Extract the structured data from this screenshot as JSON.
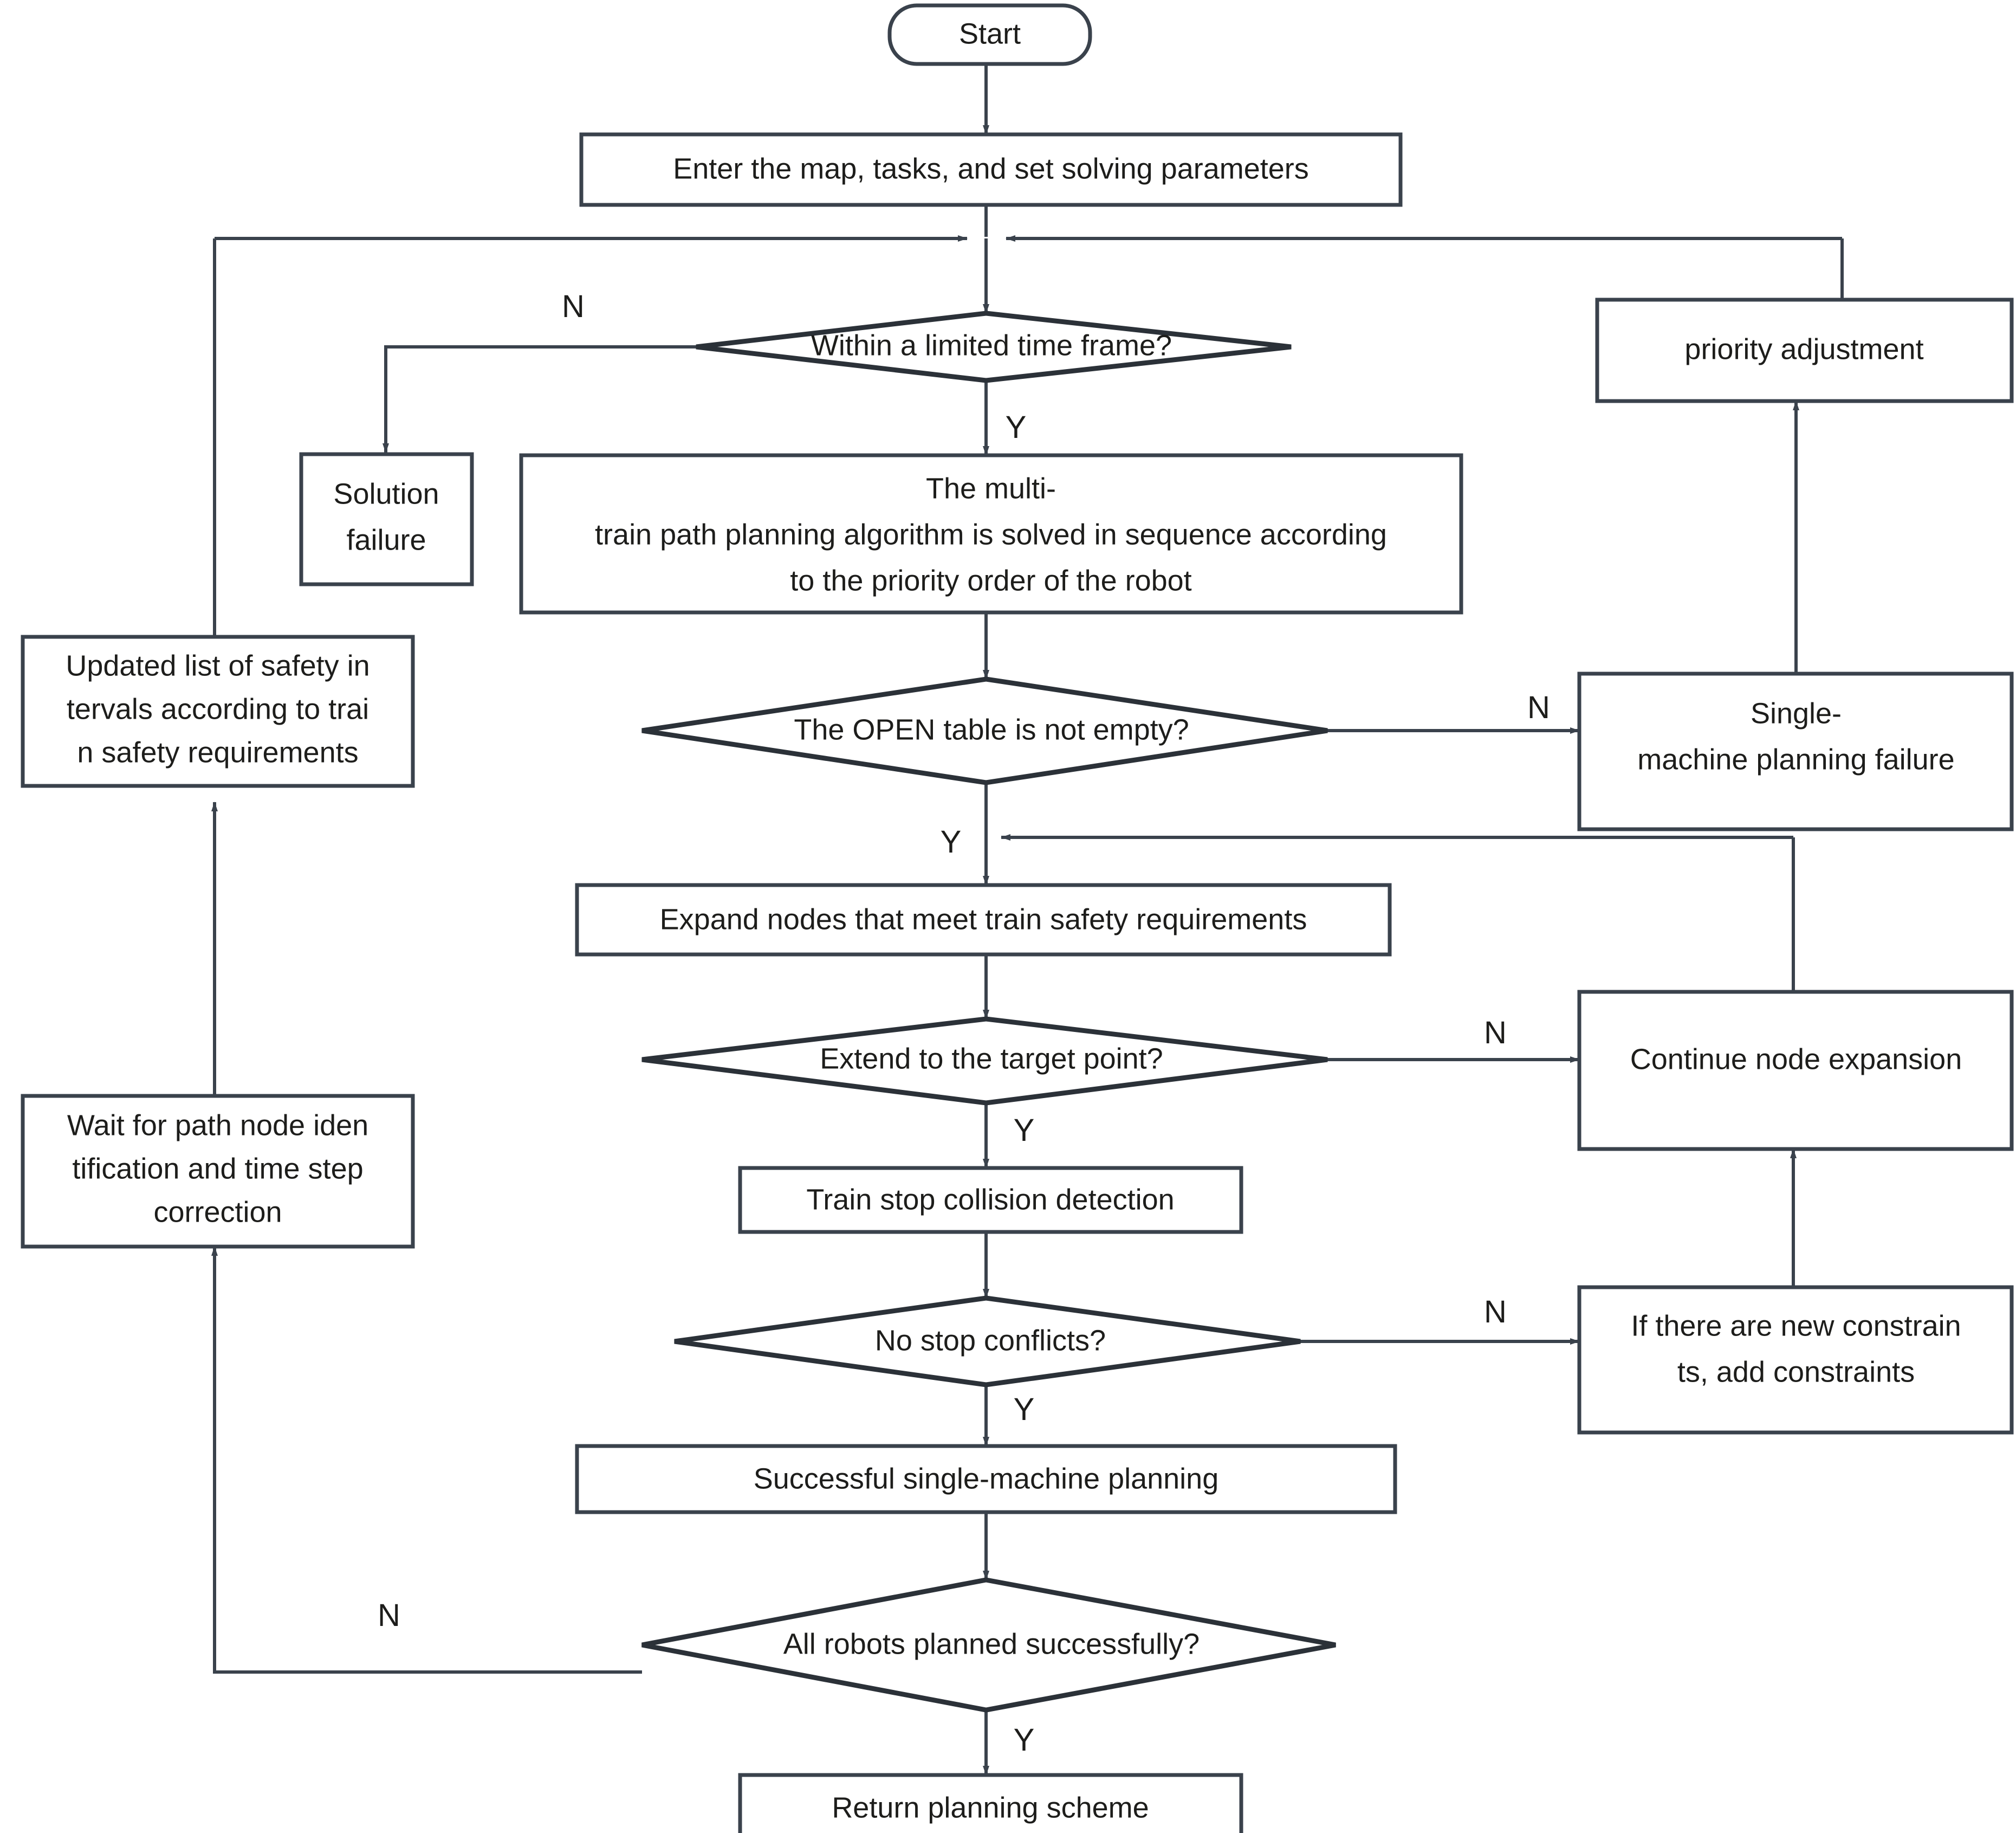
{
  "diagram": {
    "type": "flowchart",
    "title": "Multi-robot/train path planning algorithm flowchart",
    "colors": {
      "stroke": "#3a424c",
      "text": "#1d1d1b",
      "background": "#ffffff",
      "connector": "#4a4a4a"
    },
    "nodes": [
      {
        "id": "start",
        "shape": "terminator",
        "label": "Start"
      },
      {
        "id": "enter_map",
        "shape": "process",
        "label": "Enter the map, tasks, and set solving parameters"
      },
      {
        "id": "time_frame",
        "shape": "decision",
        "label": "Within a limited time frame?"
      },
      {
        "id": "solution_failure",
        "shape": "process",
        "label": "Solution\nfailure",
        "lines": [
          "Solution",
          "failure"
        ]
      },
      {
        "id": "multi_train",
        "shape": "process",
        "label": "The multi-\ntrain path planning algorithm is solved in sequence according\nto the priority order of the robot",
        "lines": [
          "The multi-",
          "train path planning algorithm is solved in sequence according",
          "to the priority order of the robot"
        ]
      },
      {
        "id": "priority_adjust",
        "shape": "process",
        "label": "priority adjustment"
      },
      {
        "id": "open_table",
        "shape": "decision",
        "label": "The OPEN table is not empty?"
      },
      {
        "id": "single_fail",
        "shape": "process",
        "label": "Single-\nmachine planning failure",
        "lines": [
          "Single-",
          "machine planning failure"
        ]
      },
      {
        "id": "expand_nodes",
        "shape": "process",
        "label": "Expand nodes that meet train safety requirements"
      },
      {
        "id": "extend_target",
        "shape": "decision",
        "label": "Extend to the target point?"
      },
      {
        "id": "continue_expand",
        "shape": "process",
        "label": "Continue node expansion"
      },
      {
        "id": "collision_detect",
        "shape": "process",
        "label": "Train stop collision detection"
      },
      {
        "id": "no_stop_conf",
        "shape": "decision",
        "label": "No stop conflicts?"
      },
      {
        "id": "new_constraints",
        "shape": "process",
        "label": "If there are new constrain\nts, add constraints",
        "lines": [
          "If there are new constrain",
          "ts, add constraints"
        ]
      },
      {
        "id": "single_success",
        "shape": "process",
        "label": "Successful single-machine planning"
      },
      {
        "id": "all_robots",
        "shape": "decision",
        "label": "All robots planned successfully?"
      },
      {
        "id": "return_scheme",
        "shape": "process",
        "label": "Return planning scheme"
      },
      {
        "id": "updated_list",
        "shape": "process",
        "label": "Updated list of safety in\ntervals according to trai\nn safety requirements",
        "lines": [
          "Updated list of safety in",
          "tervals according to trai",
          "n safety requirements"
        ]
      },
      {
        "id": "wait_path_node",
        "shape": "process",
        "label": "Wait for path node iden\ntification and time step\ncorrection",
        "lines": [
          "Wait for path node iden",
          "tification and time step",
          "correction"
        ]
      }
    ],
    "edge_labels": {
      "time_frame_no": "N",
      "time_frame_yes": "Y",
      "open_table_no": "N",
      "open_table_yes": "Y",
      "extend_target_no": "N",
      "extend_target_yes": "Y",
      "no_stop_conf_no": "N",
      "no_stop_conf_yes": "Y",
      "all_robots_no": "N",
      "all_robots_yes": "Y"
    },
    "edges": [
      {
        "from": "start",
        "to": "enter_map",
        "label": ""
      },
      {
        "from": "enter_map",
        "to": "time_frame",
        "label": ""
      },
      {
        "from": "time_frame",
        "to": "solution_failure",
        "label": "N"
      },
      {
        "from": "time_frame",
        "to": "multi_train",
        "label": "Y"
      },
      {
        "from": "multi_train",
        "to": "open_table",
        "label": ""
      },
      {
        "from": "open_table",
        "to": "single_fail",
        "label": "N"
      },
      {
        "from": "open_table",
        "to": "expand_nodes",
        "label": "Y"
      },
      {
        "from": "single_fail",
        "to": "priority_adjust",
        "label": ""
      },
      {
        "from": "priority_adjust",
        "to": "time_frame",
        "label": ""
      },
      {
        "from": "expand_nodes",
        "to": "extend_target",
        "label": ""
      },
      {
        "from": "extend_target",
        "to": "continue_expand",
        "label": "N"
      },
      {
        "from": "extend_target",
        "to": "collision_detect",
        "label": "Y"
      },
      {
        "from": "continue_expand",
        "to": "expand_nodes",
        "label": ""
      },
      {
        "from": "collision_detect",
        "to": "no_stop_conf",
        "label": ""
      },
      {
        "from": "no_stop_conf",
        "to": "new_constraints",
        "label": "N"
      },
      {
        "from": "no_stop_conf",
        "to": "single_success",
        "label": "Y"
      },
      {
        "from": "new_constraints",
        "to": "continue_expand",
        "label": ""
      },
      {
        "from": "single_success",
        "to": "all_robots",
        "label": ""
      },
      {
        "from": "all_robots",
        "to": "wait_path_node",
        "label": "N"
      },
      {
        "from": "all_robots",
        "to": "return_scheme",
        "label": "Y"
      },
      {
        "from": "wait_path_node",
        "to": "updated_list",
        "label": ""
      },
      {
        "from": "updated_list",
        "to": "time_frame",
        "label": ""
      }
    ]
  }
}
